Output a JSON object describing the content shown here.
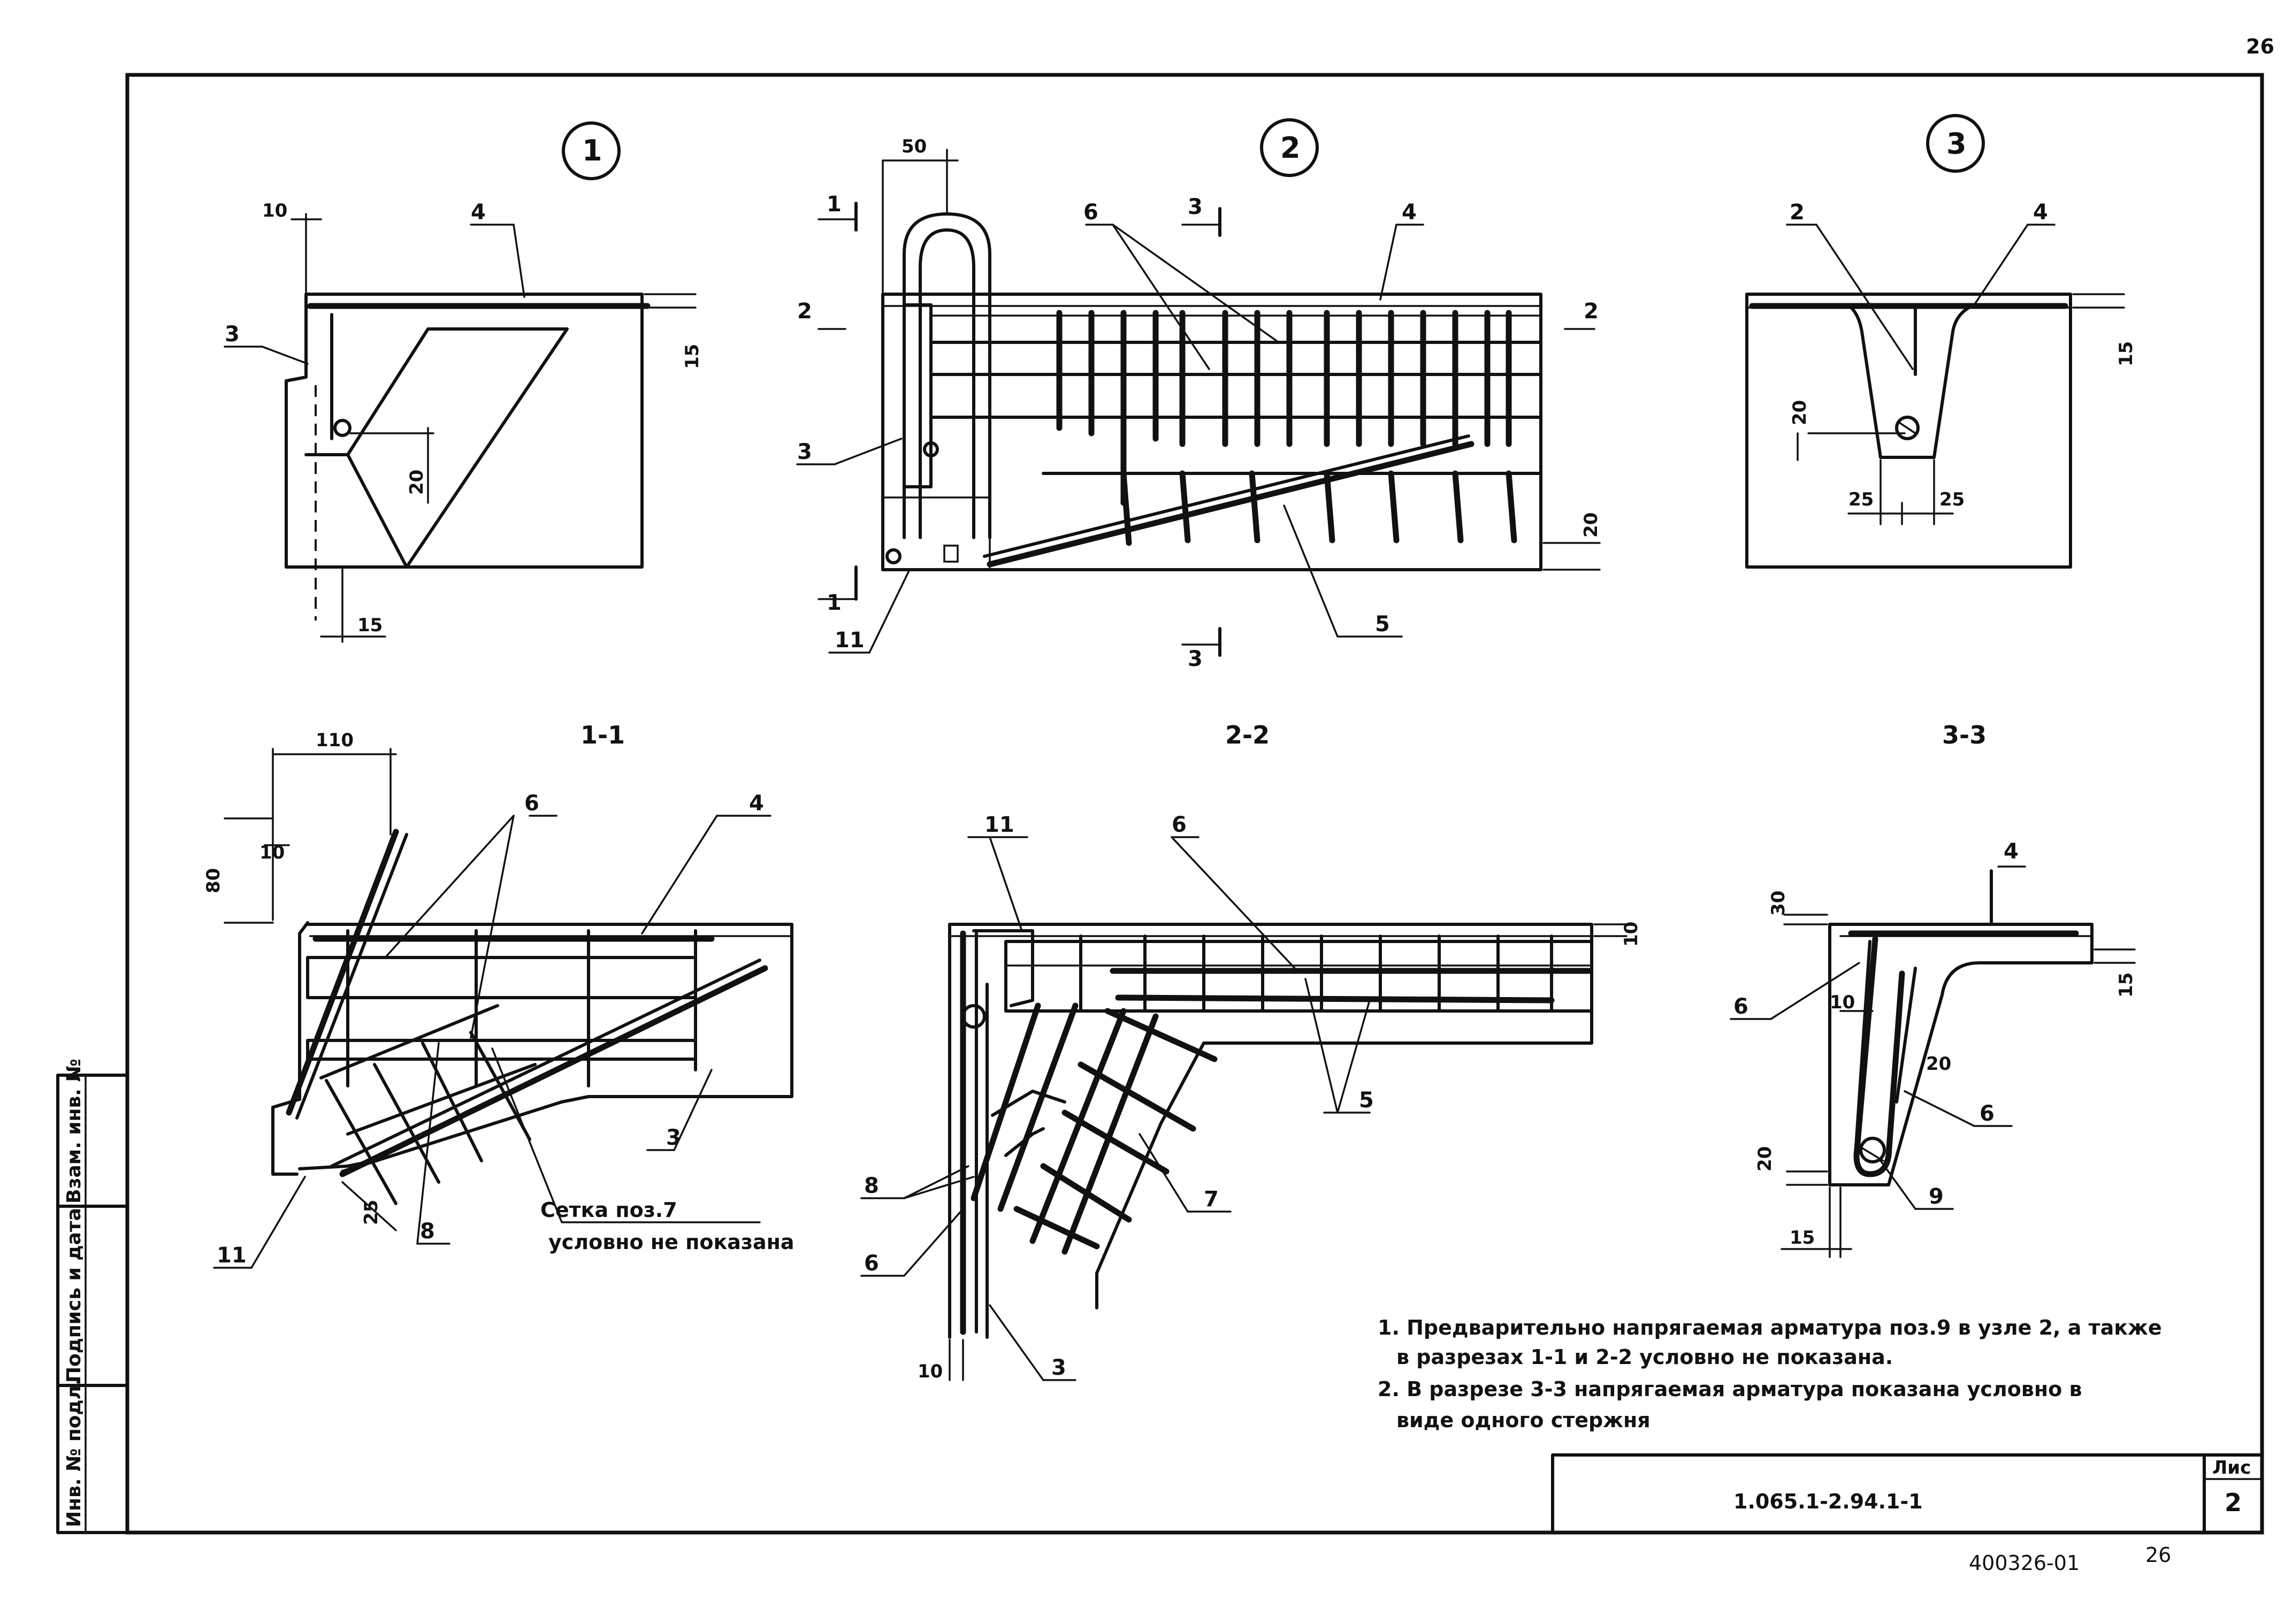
{
  "page_number": "26",
  "node_labels": [
    "1",
    "2",
    "3"
  ],
  "section_labels": [
    "1-1",
    "2-2",
    "3-3"
  ],
  "dims": {
    "n1_top": "10",
    "n1_right": "15",
    "n1_mid": "20",
    "n1_bottom": "15",
    "n2_top": "50",
    "n2_right": "20",
    "n3_right": "15",
    "n3_left": "20",
    "n3_b1": "25",
    "n3_b2": "25",
    "s1_top": "110",
    "s1_left": "80",
    "s1_small": "10",
    "s1_bottom": "25",
    "s2_top": "10",
    "s2_bottom": "10",
    "s3_top": "30",
    "s3_right": "15",
    "s3_mid": "10",
    "s3_inner": "20",
    "s3_left": "20",
    "s3_bottom": "15"
  },
  "positions": {
    "n1": [
      "4",
      "3"
    ],
    "n2": [
      "6",
      "4",
      "3",
      "5",
      "11"
    ],
    "n3": [
      "2",
      "4"
    ],
    "s1": [
      "6",
      "4",
      "3",
      "8",
      "11"
    ],
    "s2": [
      "11",
      "6",
      "5",
      "8",
      "6",
      "7",
      "3"
    ],
    "s3": [
      "4",
      "6",
      "6",
      "9"
    ]
  },
  "cut_marks": {
    "n2_left_top": "1",
    "n2_left_bottom": "1",
    "n2_side_left": "2",
    "n2_side_right": "2",
    "n2_top": "3",
    "n2_bottom": "3"
  },
  "mesh_note": [
    "Сетка поз.7",
    "условно не показана"
  ],
  "notes": [
    "1. Предварительно напрягаемая арматура поз.9 в узле 2, а также",
    "в разрезах 1-1 и 2-2 условно не показана.",
    "2. В разрезе 3-3 напрягаемая арматура показана условно в",
    "виде одного стержня"
  ],
  "side_stamp": [
    "Инв. № подл.",
    "Подпись и дата",
    "Взам. инв. №"
  ],
  "title_block": {
    "code": "1.065.1-2.94.1-1",
    "sheet_label": "Лис",
    "sheet_number": "2"
  },
  "archive_number": "400326-01",
  "archive_page": "26"
}
